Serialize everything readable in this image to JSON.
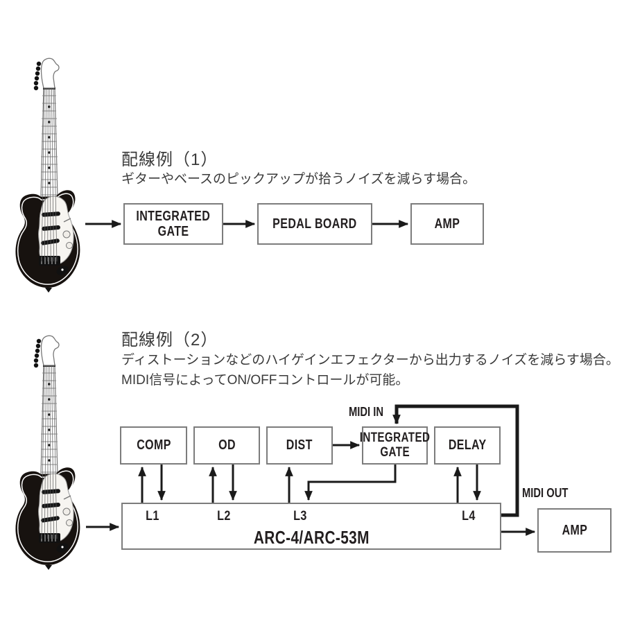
{
  "colors": {
    "background": "#ffffff",
    "line": "#1a1a1a",
    "box_border": "#7c7c7c",
    "box_text": "#221e1f",
    "jp_text": "#3a3a3a"
  },
  "section1": {
    "heading": "配線例（1）",
    "description": "ギターやベースのピックアップが拾うノイズを減らす場合。",
    "boxes": {
      "integrated_gate": {
        "line1": "INTEGRATED",
        "line2": "GATE"
      },
      "pedal_board": "PEDAL BOARD",
      "amp": "AMP"
    }
  },
  "section2": {
    "heading": "配線例（2）",
    "description_line1": "ディストーションなどのハイゲインエフェクターから出力するノイズを減らす場合。",
    "description_line2": "MIDI信号によってON/OFFコントロールが可能。",
    "boxes": {
      "comp": "COMP",
      "od": "OD",
      "dist": "DIST",
      "integrated_gate": {
        "line1": "INTEGRATED",
        "line2": "GATE"
      },
      "delay": "DELAY",
      "amp": "AMP"
    },
    "switcher": {
      "name": "ARC-4/ARC-53M",
      "loops": [
        "L1",
        "L2",
        "L3",
        "L4"
      ]
    },
    "midi_in_label": "MIDI IN",
    "midi_out_label": "MIDI OUT"
  },
  "icons": {
    "guitar": "electric-guitar-illustration"
  }
}
